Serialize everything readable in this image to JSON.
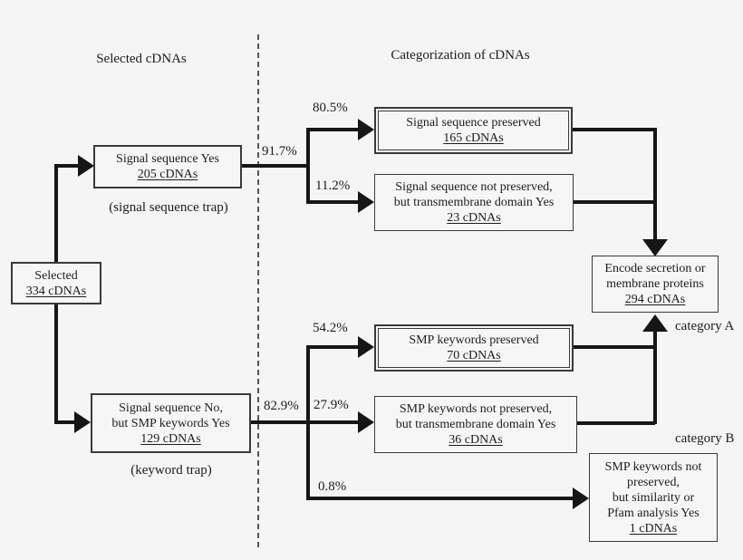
{
  "colors": {
    "background": "#f5f5f5",
    "line": "#161616",
    "box_border": "#3a3a3a",
    "text": "#1c1c1c",
    "dash": "#555555"
  },
  "headers": {
    "left": "Selected cDNAs",
    "right": "Categorization of cDNAs"
  },
  "captions": {
    "signal_trap": "(signal sequence trap)",
    "keyword_trap": "(keyword trap)"
  },
  "categories": {
    "a": "category A",
    "b": "category B"
  },
  "percents": {
    "sig_branch": "91.7%",
    "sig_preserved": "80.5%",
    "sig_not_preserved": "11.2%",
    "smp_branch": "82.9%",
    "smp_preserved": "54.2%",
    "smp_not_preserved": "27.9%",
    "smp_similarity": "0.8%"
  },
  "boxes": {
    "selected": {
      "line1": "Selected",
      "count": "334 cDNAs"
    },
    "signal_yes": {
      "line1": "Signal sequence Yes",
      "count": "205 cDNAs"
    },
    "signal_no": {
      "line1": "Signal sequence No,",
      "line2": "but SMP keywords Yes",
      "count": "129 cDNAs"
    },
    "signal_preserved": {
      "line1": "Signal sequence preserved",
      "count": "165 cDNAs"
    },
    "signal_not_preserved": {
      "line1": "Signal sequence not preserved,",
      "line2": "but transmembrane domain Yes",
      "count": "23 cDNAs"
    },
    "encode": {
      "line1": "Encode secretion or",
      "line2": "membrane proteins",
      "count": "294 cDNAs"
    },
    "smp_preserved": {
      "line1": "SMP keywords preserved",
      "count": "70 cDNAs"
    },
    "smp_not_preserved": {
      "line1": "SMP keywords not preserved,",
      "line2": "but transmembrane domain Yes",
      "count": "36 cDNAs"
    },
    "smp_similarity": {
      "line1": "SMP keywords not",
      "line2": "preserved,",
      "line3": "but similarity or",
      "line4": "Pfam analysis Yes",
      "count": "1 cDNAs"
    }
  }
}
